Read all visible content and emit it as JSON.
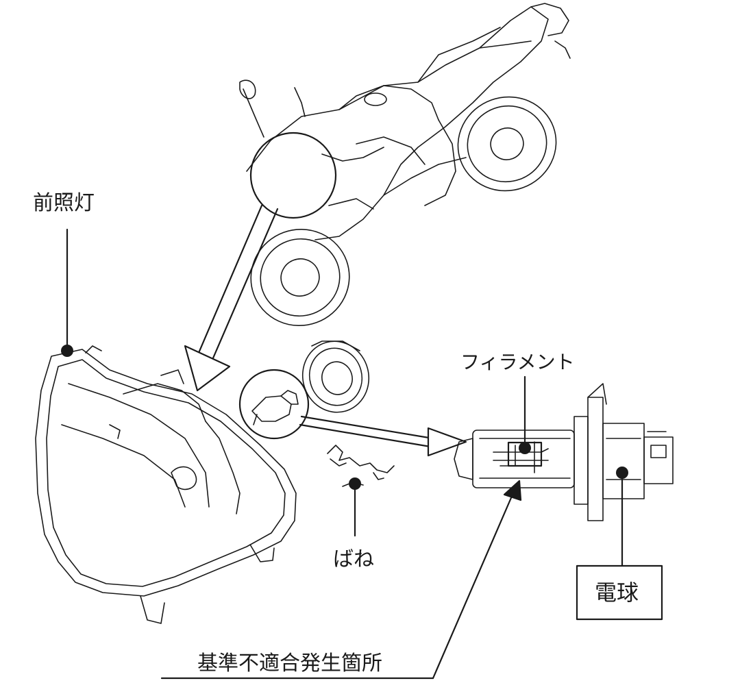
{
  "labels": {
    "headlight": "前照灯",
    "filament": "フィラメント",
    "spring": "ばね",
    "bulb": "電球",
    "nonconformity_location": "基準不適合発生箇所"
  },
  "colors": {
    "line": "#1a1a1a",
    "background": "#ffffff"
  }
}
